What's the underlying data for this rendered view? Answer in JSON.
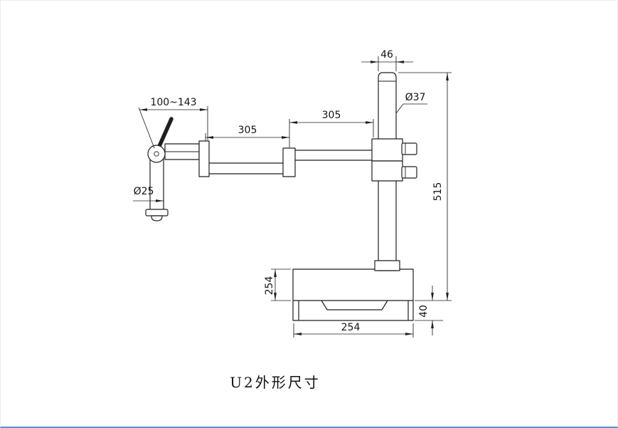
{
  "page": {
    "background": "#ffffff",
    "line_color": "#1f1f1f",
    "bottom_edge_color": "#5b8fc9"
  },
  "drawing": {
    "caption": "U2外形尺寸",
    "dimensions": {
      "head_range": "100~143",
      "arm_segment_left": "305",
      "arm_segment_right": "305",
      "column_top_width": "46",
      "column_diameter": "Ø37",
      "post_diameter": "Ø25",
      "column_height": "515",
      "base_side_depth": "254",
      "base_front_width": "254",
      "base_plate_height": "40"
    }
  }
}
